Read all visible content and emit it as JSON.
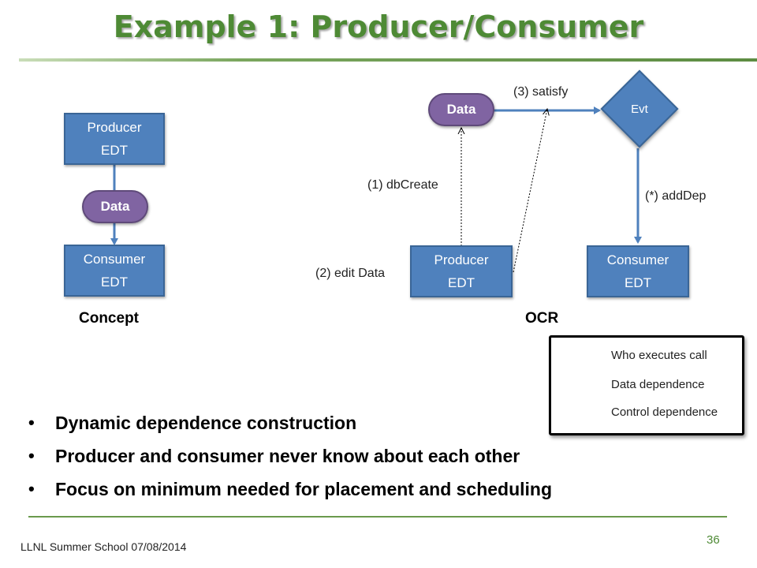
{
  "title": "Example 1: Producer/Consumer",
  "concept": {
    "producer": [
      "Producer",
      "EDT"
    ],
    "data": "Data",
    "consumer": [
      "Consumer",
      "EDT"
    ],
    "caption": "Concept"
  },
  "ocr": {
    "data": "Data",
    "evt": "Evt",
    "producer": [
      "Producer",
      "EDT"
    ],
    "consumer": [
      "Consumer",
      "EDT"
    ],
    "labels": {
      "satisfy": "(3) satisfy",
      "dbcreate": "(1) dbCreate",
      "edit_data": "(2) edit Data",
      "adddep": "(*) addDep"
    },
    "caption": "OCR"
  },
  "legend": {
    "items": [
      "Who executes call",
      "Data dependence",
      "Control dependence"
    ],
    "colors": {
      "data": "#4f81bd",
      "control": "#9bbb59",
      "call": "#000000"
    }
  },
  "bullets": [
    "Dynamic dependence construction",
    "Producer and consumer never know about each other",
    "Focus on minimum needed for placement and scheduling"
  ],
  "footer": "LLNL Summer School 07/08/2014",
  "page_number": "36",
  "colors": {
    "title": "#4e8a35",
    "box": "#4f81bd",
    "pill": "#8064a2"
  }
}
